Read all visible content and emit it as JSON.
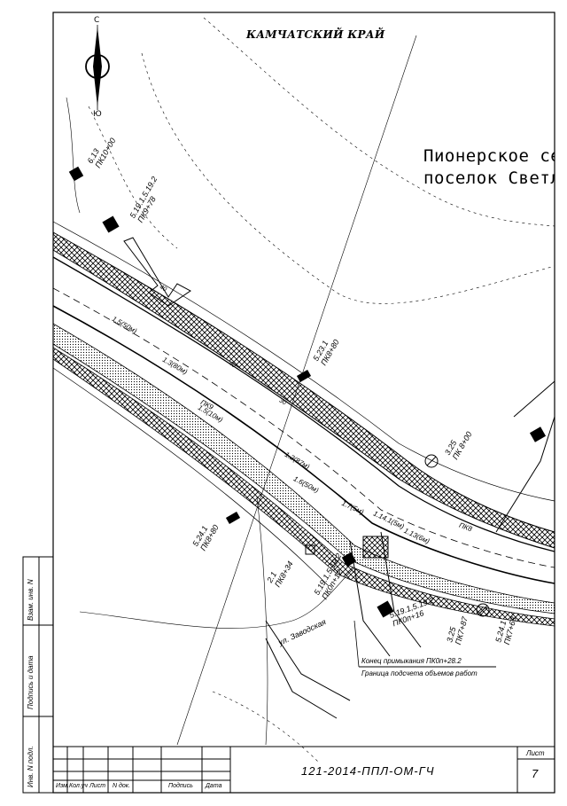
{
  "region_title": "КАМЧАТСКИЙ КРАЙ",
  "compass": {
    "north": "С",
    "south": "Ю"
  },
  "place_names": [
    "Пионерское се",
    "поселок Светл"
  ],
  "street": "ул. Заводская",
  "notes": {
    "end_of_junction": "Конец примыкания ПК0п+28.2",
    "work_boundary": "Граница подсчета объемов работ"
  },
  "signs": [
    {
      "code": "6.13",
      "pk": "ПК10+00"
    },
    {
      "code": "5.19.1,5.19.2",
      "pk": "ПК9+78"
    },
    {
      "code": "5.23.1",
      "pk": "ПК8+80"
    },
    {
      "code": "3.25",
      "pk": "ПК 8+00"
    },
    {
      "code": "5.24.1",
      "pk": "ПК8+80"
    },
    {
      "code": "2.1",
      "pk": "ПК8+34"
    },
    {
      "code": "5.19.1,5.19.2",
      "pk": "ПК0п+12"
    },
    {
      "code": "5.19.1,5.19.2",
      "pk": "ПК0п+16"
    },
    {
      "code": "3.25",
      "pk": "ПК7+87"
    },
    {
      "code": "5.24.1",
      "pk": "ПК7+63"
    }
  ],
  "pickets": [
    "ПК9",
    "ПК8"
  ],
  "markings": [
    "1.5(50м)",
    "1.3(80м)",
    "1.5(10м)",
    "1.2(87м)",
    "1.6(50м)",
    "1.7(5м)",
    "1.14.1(5м)",
    "1.13(6м)"
  ],
  "distances": [
    "40",
    "40",
    "30"
  ],
  "title_block": {
    "doc_number": "121-2014-ППЛ-ОМ-ГЧ",
    "sheet_label": "Лист",
    "sheet_number": "7",
    "columns": [
      "Изм.",
      "Кол.уч",
      "Лист",
      "N док.",
      "Подпись",
      "Дата"
    ]
  },
  "side_labels": [
    "Взам. инв. N",
    "Подпись и дата",
    "Инв. N подл."
  ]
}
